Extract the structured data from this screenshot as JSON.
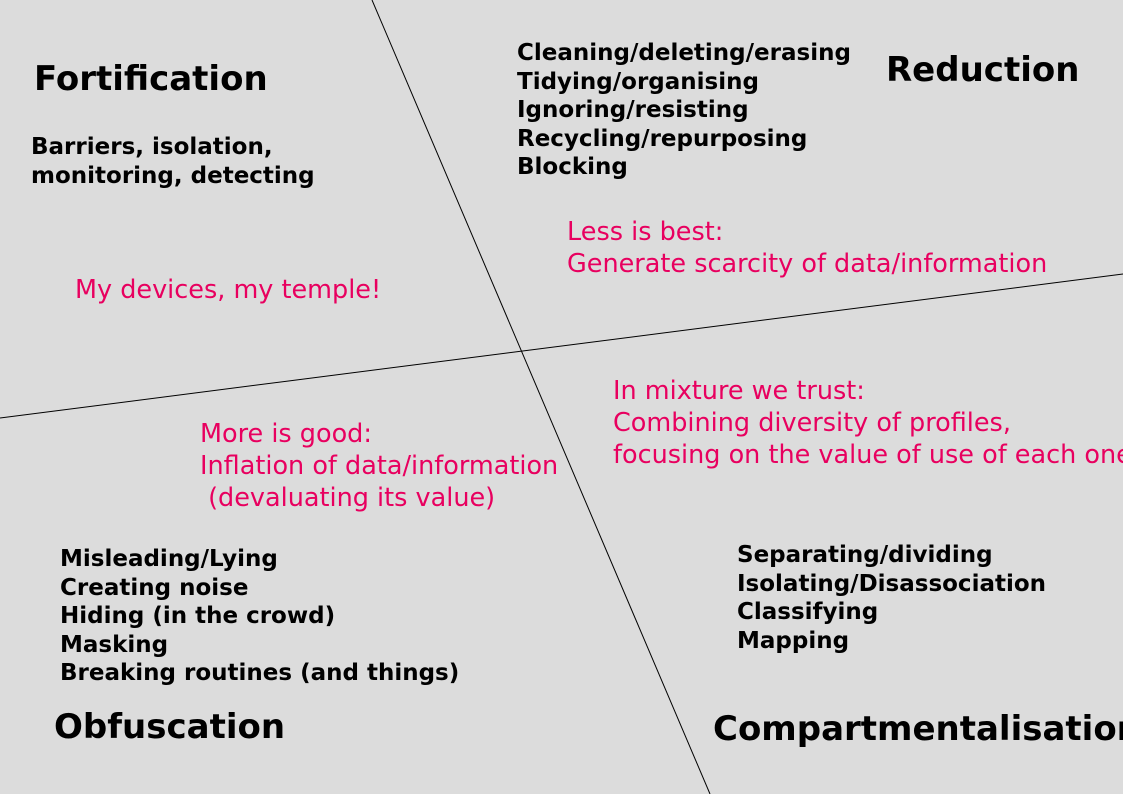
{
  "quadrants": {
    "fortification": {
      "title": "Fortification",
      "items": [
        "Barriers, isolation,",
        "monitoring, detecting"
      ],
      "slogan": [
        "My devices, my temple!"
      ]
    },
    "reduction": {
      "title": "Reduction",
      "items": [
        "Cleaning/deleting/erasing",
        "Tidying/organising",
        "Ignoring/resisting",
        "Recycling/repurposing",
        "Blocking"
      ],
      "slogan": [
        "Less is best:",
        "Generate scarcity of data/information"
      ]
    },
    "obfuscation": {
      "title": "Obfuscation",
      "items": [
        "Misleading/Lying",
        "Creating noise",
        "Hiding (in the crowd)",
        "Masking",
        "Breaking routines (and things)"
      ],
      "slogan": [
        "More is good:",
        "Inflation of data/information",
        " (devaluating its value)"
      ]
    },
    "compartmentalisation": {
      "title": "Compartmentalisation",
      "items": [
        "Separating/dividing",
        "Isolating/Disassociation",
        "Classifying",
        "Mapping"
      ],
      "slogan": [
        "In mixture we trust:",
        "Combining diversity of profiles,",
        "focusing on the value of use of each one"
      ]
    }
  },
  "colors": {
    "background": "#dcdcdc",
    "heading": "#000000",
    "slogan": "#e8005f",
    "lines": "#000000"
  }
}
